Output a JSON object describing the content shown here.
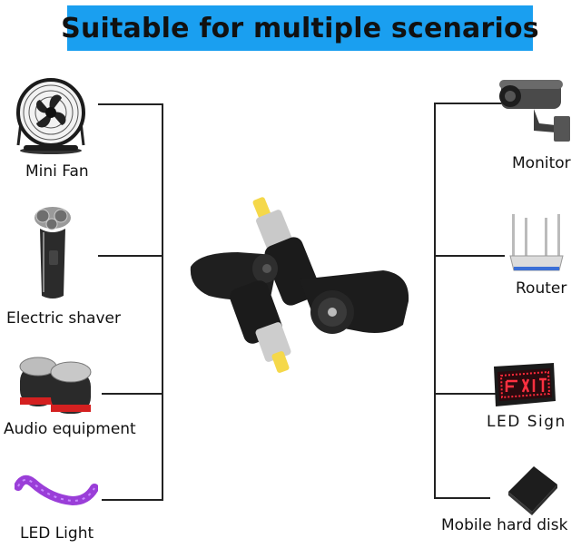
{
  "title": "Suitable for multiple scenarios",
  "left_items": [
    {
      "label": "Mini Fan",
      "icon": "fan-icon"
    },
    {
      "label": "Electric shaver",
      "icon": "shaver-icon"
    },
    {
      "label": "Audio equipment",
      "icon": "speaker-icon"
    },
    {
      "label": "LED Light",
      "icon": "led-strip-icon"
    }
  ],
  "right_items": [
    {
      "label": "Monitor",
      "icon": "camera-icon"
    },
    {
      "label": "Router",
      "icon": "router-icon"
    },
    {
      "label": "LED Sign",
      "icon": "led-sign-icon"
    },
    {
      "label": "Mobile hard disk",
      "icon": "hard-disk-icon"
    }
  ],
  "colors": {
    "banner": "#1a9ff0",
    "line": "#222222",
    "tip": "#f5d84a"
  }
}
